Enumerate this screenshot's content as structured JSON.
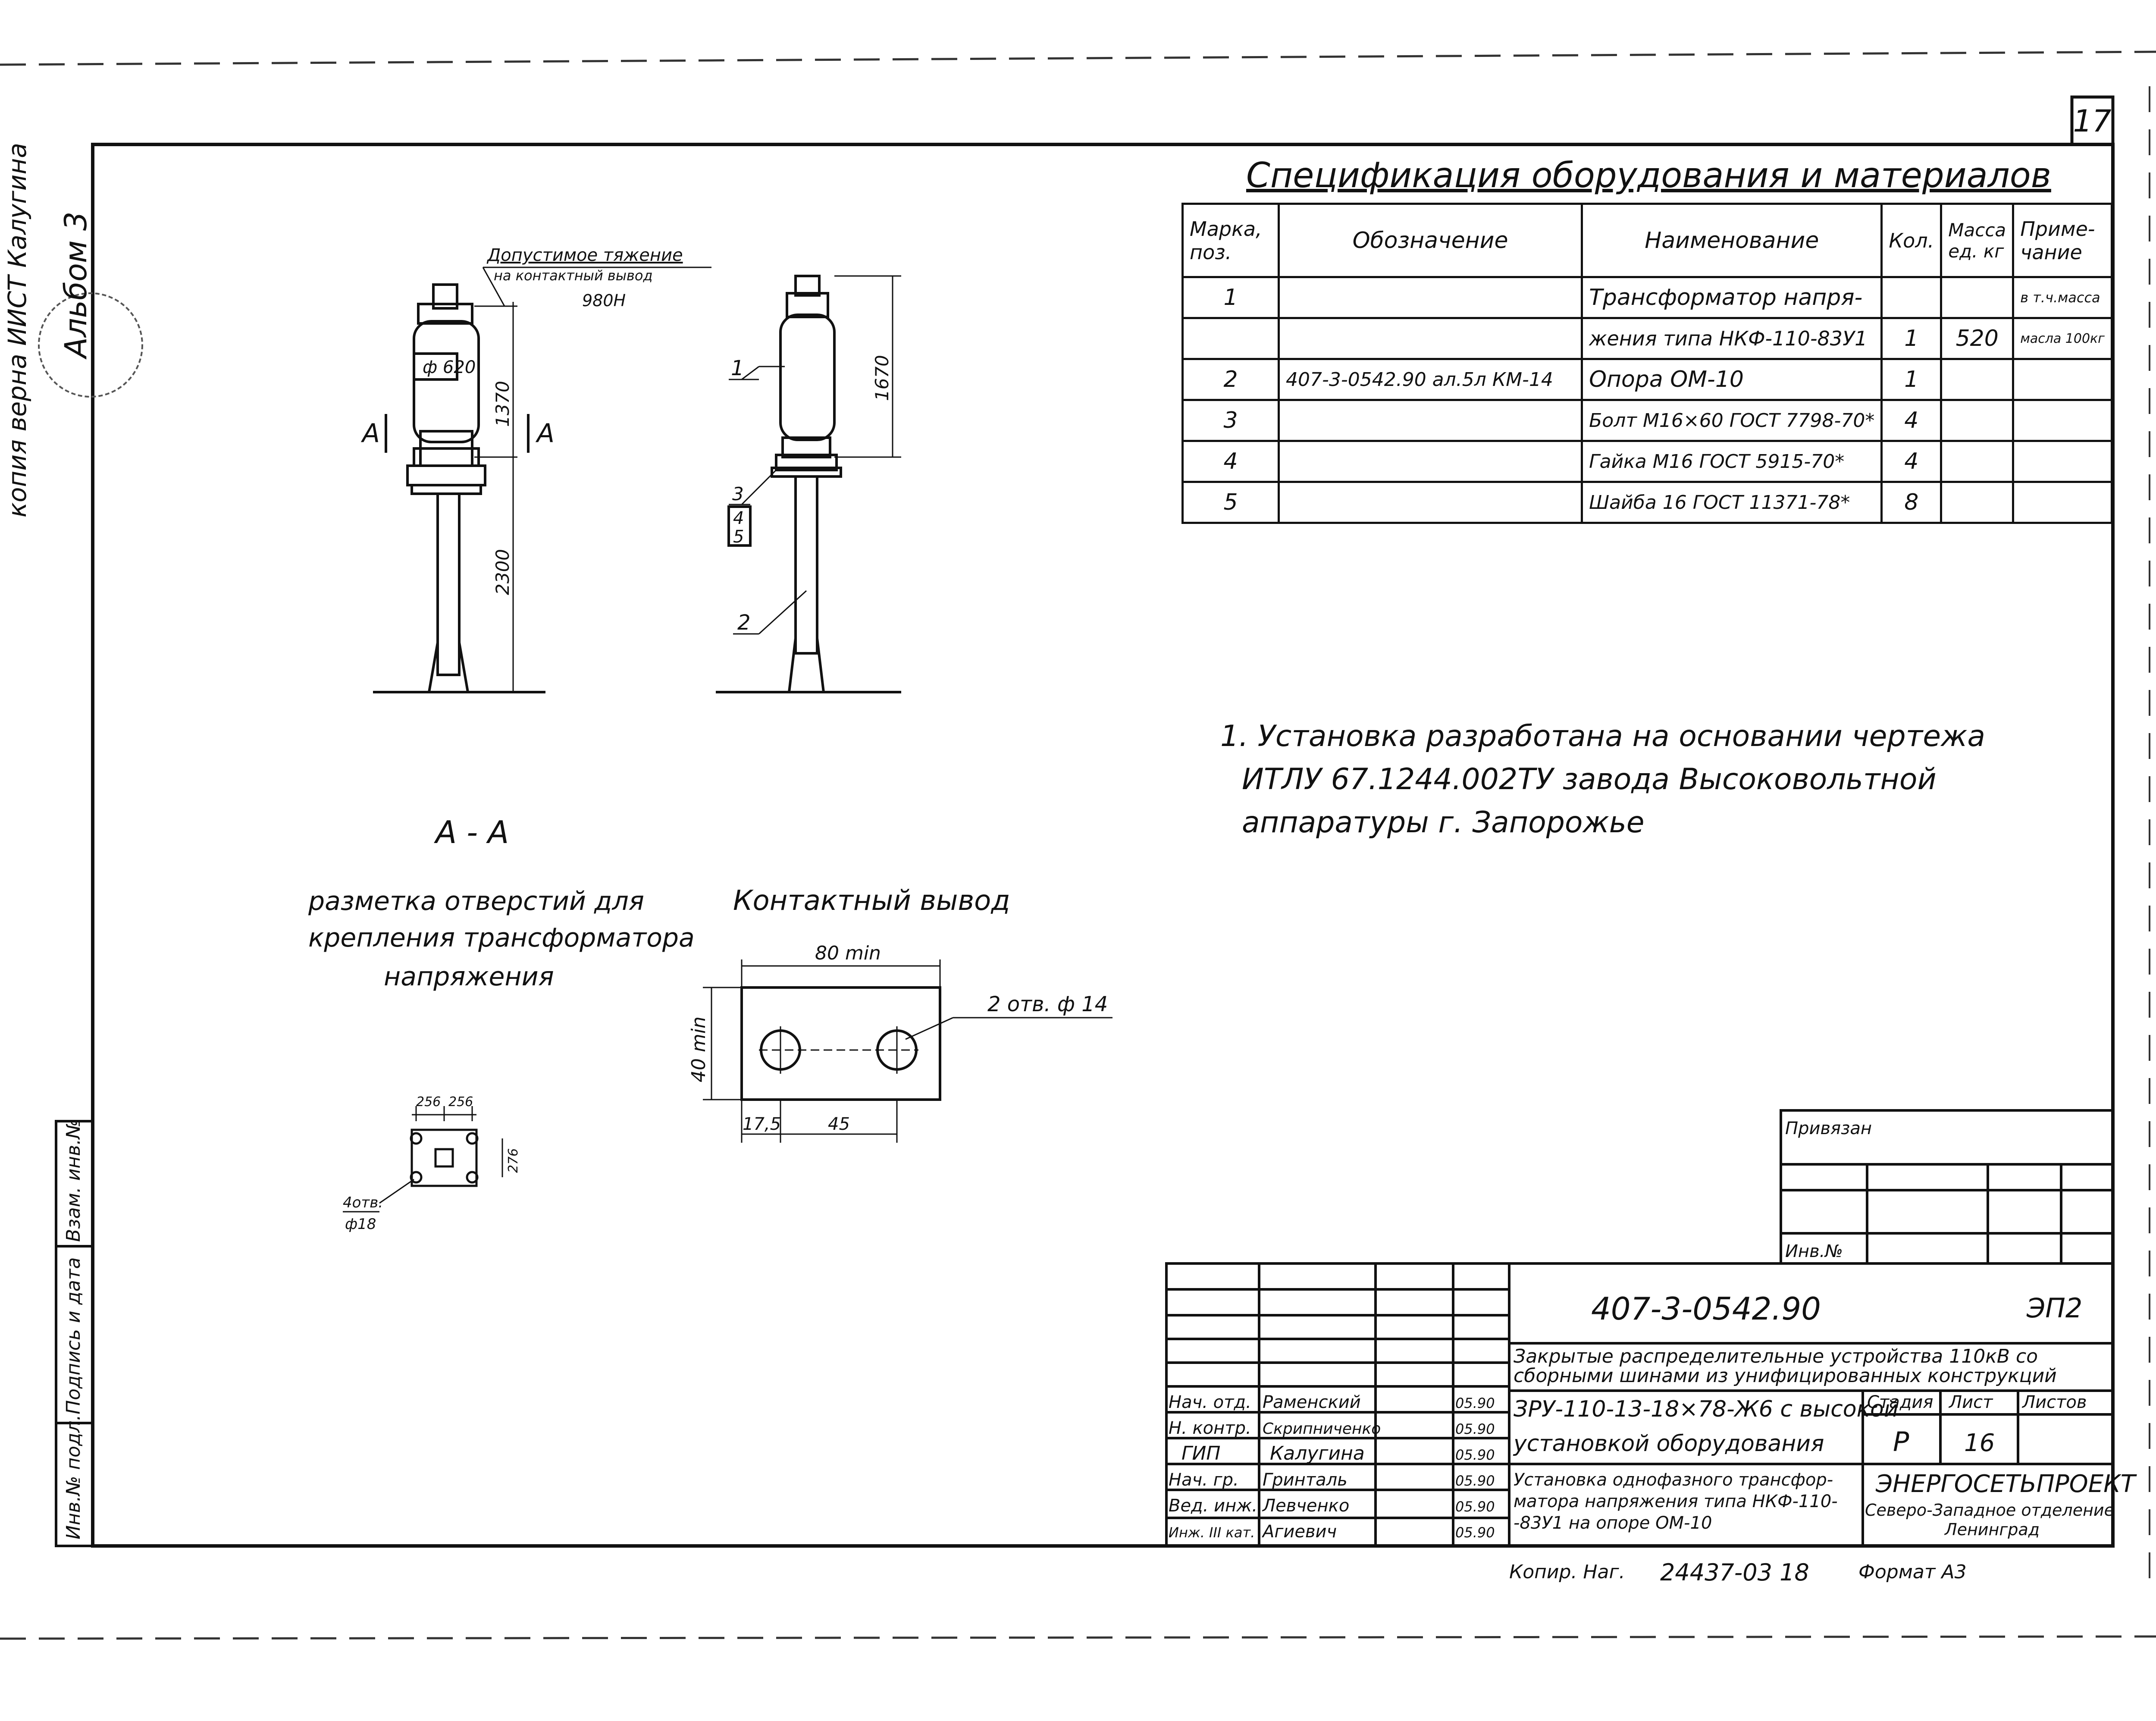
{
  "sheet_number": "17",
  "side_stamp": {
    "copy_text": "копия верна  ИИСТ  Калугина",
    "album": "Альбом 3"
  },
  "side_columns": [
    "Инв.№ подл.",
    "Подпись и дата",
    "Взам. инв.№"
  ],
  "spec": {
    "title": "Спецификация оборудования и материалов",
    "headers": [
      "Марка, поз.",
      "Обозначение",
      "Наименование",
      "Кол.",
      "Масса ед. кг",
      "Приме- чание"
    ],
    "rows": [
      [
        "1",
        "",
        "Трансформатор напря-",
        "",
        "",
        "в т.ч.масса"
      ],
      [
        "",
        "",
        "жения типа НКФ-110-83У1",
        "1",
        "520",
        "масла 100кг"
      ],
      [
        "2",
        "407-3-0542.90 ал.5л КМ-14",
        "Опора ОМ-10",
        "1",
        "",
        ""
      ],
      [
        "3",
        "",
        "Болт М16×60 ГОСТ 7798-70*",
        "4",
        "",
        ""
      ],
      [
        "4",
        "",
        "Гайка М16 ГОСТ 5915-70*",
        "4",
        "",
        ""
      ],
      [
        "5",
        "",
        "Шайба 16 ГОСТ 11371-78*",
        "8",
        "",
        ""
      ]
    ]
  },
  "drawing1": {
    "note": [
      "Допустимое тяжение",
      "на контактный вывод",
      "980Н"
    ],
    "diameter": "ф 620",
    "dim_1370": "1370",
    "dim_2300": "2300",
    "section_mark": "А"
  },
  "drawing2": {
    "dim_1670": "1670",
    "callouts": [
      "1",
      "2",
      "3",
      "4",
      "5"
    ]
  },
  "note_text": [
    "1. Установка разработана на основании чертежа",
    "ИТЛУ 67.1244.002ТУ завода Высоковольтной",
    "аппаратуры г. Запорожье"
  ],
  "section_aa": {
    "title": "А - А",
    "caption": [
      "разметка отверстий для",
      "крепления трансформатора",
      "напряжения"
    ],
    "dims": [
      "256",
      "256",
      "276"
    ],
    "holes": [
      "4отв.",
      "ф18"
    ]
  },
  "contact": {
    "title": "Контактный вывод",
    "width": "80 min",
    "height": "40 min",
    "holes": "2 отв. ф 14",
    "offset": "17,5",
    "spacing": "45"
  },
  "binding": {
    "label": "Привязан",
    "inv": "Инв.№"
  },
  "title_block": {
    "code": "407-3-0542.90",
    "sheet_code": "ЭП2",
    "description": [
      "Закрытые распределительные устройства 110кВ со",
      "сборными шинами из унифицированных конструкций"
    ],
    "object": [
      "ЗРУ-110-13-18×78-Ж6 с высокой",
      "установкой оборудования"
    ],
    "drawing_name": [
      "Установка однофазного трансфор-",
      "матора напряжения типа НКФ-110-",
      "-83У1 на опоре ОМ-10"
    ],
    "stage_header": "Стадия",
    "sheet_header": "Лист",
    "sheets_header": "Листов",
    "stage": "Р",
    "sheet": "16",
    "org": "ЭНЕРГОСЕТЬПРОЕКТ",
    "branch": [
      "Северо-Западное отделение",
      "Ленинград"
    ],
    "people": [
      {
        "role": "Нач. отд.",
        "name": "Раменский",
        "date": "05.90"
      },
      {
        "role": "Н. контр.",
        "name": "Скрипниченко",
        "date": "05.90"
      },
      {
        "role": "ГИП",
        "name": "Калугина",
        "date": "05.90"
      },
      {
        "role": "Нач. гр.",
        "name": "Гринталь",
        "date": "05.90"
      },
      {
        "role": "Вед. инж.",
        "name": "Левченко",
        "date": "05.90"
      },
      {
        "role": "Инж. III кат.",
        "name": "Агиевич",
        "date": "05.90"
      }
    ]
  },
  "footer": {
    "copied": "Копир. Наг.",
    "number": "24437-03 18",
    "format": "Формат А3"
  }
}
